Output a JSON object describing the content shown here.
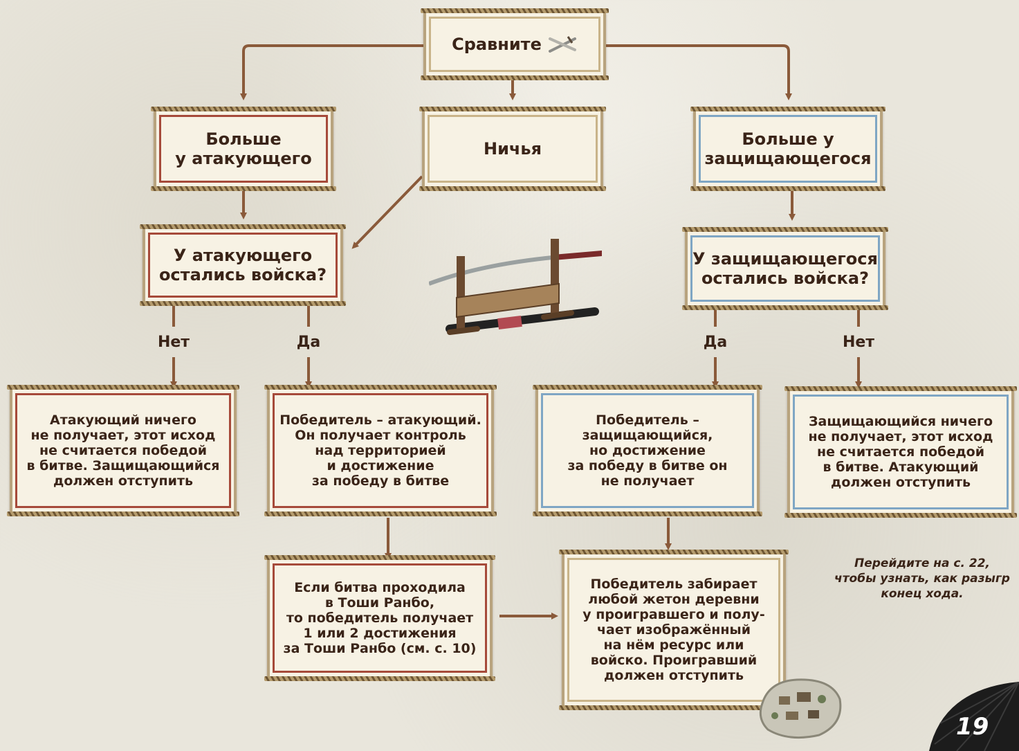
{
  "nodes": {
    "compare": "Сравните",
    "attacker_more_1": "Больше",
    "attacker_more_2": "у атакующего",
    "draw": "Ничья",
    "defender_more_1": "Больше у",
    "defender_more_2": "защищающегося",
    "attacker_troops_1": "У атакующего",
    "attacker_troops_2": "остались войска?",
    "defender_troops_1": "У защищающегося",
    "defender_troops_2": "остались войска?"
  },
  "labels": {
    "no_left": "Нет",
    "yes_left": "Да",
    "yes_right": "Да",
    "no_right": "Нет"
  },
  "outcomes": {
    "attacker_nothing": [
      "Атакующий ничего",
      "не получает, этот исход",
      "не считается победой",
      "в битве. Защищающийся",
      "должен ",
      "отступить"
    ],
    "attacker_wins": [
      "Победитель – атакующий.",
      "Он получает контроль",
      "над территорией",
      "и достижение",
      "за победу в битве"
    ],
    "defender_wins": [
      "Победитель –",
      "защищающийся,",
      "но достижение",
      "за победу в битве он",
      "не получает"
    ],
    "defender_nothing": [
      "Защищающийся ничего",
      "не получает, этот исход",
      "не считается победой",
      "в битве. Атакующий",
      "должен ",
      "отступить"
    ],
    "toshi_rambo": [
      "Если битва проходила",
      "в Тоши Ранбо,",
      "то победитель получает",
      "1 или 2 достижения",
      "за Тоши Ранбо (см. с. 10)"
    ],
    "village_token": [
      "Победитель забирает",
      "любой жетон деревни",
      "у проигравшего и полу-",
      "чает изображённый",
      "на нём ресурс или",
      "войско. Проигравший",
      "должен ",
      "отступить"
    ]
  },
  "note": [
    "Перейдите на с. 22,",
    "чтобы узнать, как разыгр",
    "конец хода."
  ],
  "page_number": "19",
  "colors": {
    "arrow": "#8a5a3a",
    "red_border": "#a64a3a",
    "blue_border": "#7fa6c4",
    "tan_border": "#c9b489",
    "text": "#3a2418"
  },
  "icons": [
    "crossed-swords-icon",
    "katana-stand-icon",
    "village-token-icon"
  ]
}
